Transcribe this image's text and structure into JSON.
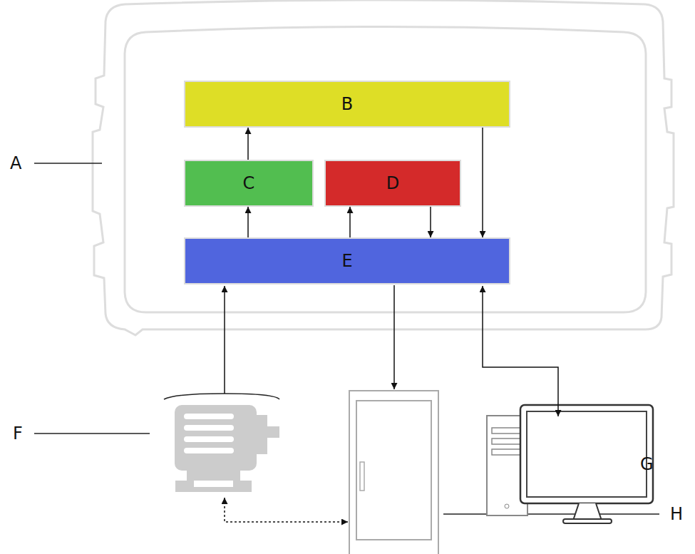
{
  "diagram": {
    "nodes": [
      {
        "text": [
          "B"
        ]
      },
      {
        "text": [
          "C"
        ]
      },
      {
        "text": [
          "D"
        ]
      },
      {
        "text": [
          "E"
        ]
      }
    ],
    "edges": [
      {
        "from": 1,
        "to": 0,
        "arrow": "to"
      },
      {
        "from": 3,
        "to": 1,
        "arrow": "to"
      },
      {
        "from": 3,
        "to": 2,
        "arrow": "to"
      },
      {
        "from": 2,
        "to": 3,
        "arrow": "to"
      },
      {
        "from": 0,
        "to": 3,
        "arrow": "to"
      }
    ],
    "labels": [
      "A",
      "F",
      "G",
      "H"
    ]
  }
}
